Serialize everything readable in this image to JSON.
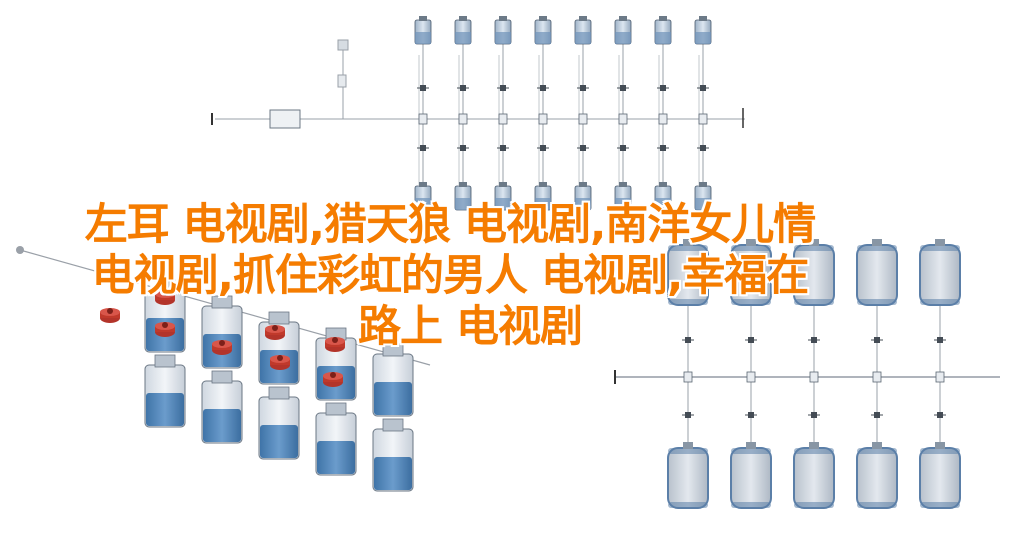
{
  "headline": {
    "line1": "左耳 电视剧,猎天狼 电视剧,南洋女儿情",
    "line2": "电视剧,抓住彩虹的男人 电视剧,幸福在",
    "line3": "路上 电视剧"
  },
  "colors": {
    "headline": "#f57c00",
    "outline": "#ffffff",
    "line": "#9aa0a8",
    "bottle_fill": "#4f86b8",
    "bottle_glass": "#dfe5ec",
    "cap_red": "#c0392b",
    "tank_body": "#c9d0d8",
    "tank_band": "#5b7fa8"
  },
  "illustrations": [
    {
      "name": "top-manifold-diagram",
      "description_icon": "bioprocess-manifold-icon"
    },
    {
      "name": "left-bottle-rack",
      "description_icon": "bottle-array-icon"
    },
    {
      "name": "right-tank-manifold",
      "description_icon": "tank-manifold-icon"
    }
  ]
}
